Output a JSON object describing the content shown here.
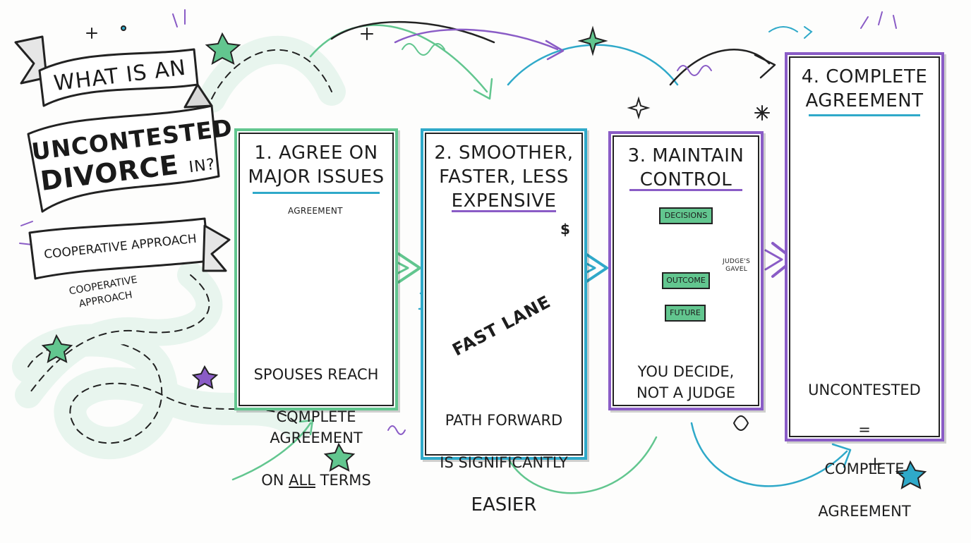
{
  "title": {
    "line1": "WHAT IS AN",
    "line2": "UNCONTESTED",
    "line3": "DIVORCE",
    "line3_suffix": "IN?"
  },
  "banner": {
    "ribbon_label": "COOPERATIVE APPROACH",
    "path_label": "COOPERATIVE\nAPPROACH"
  },
  "steps": [
    {
      "title": "1. AGREE ON\nMAJOR ISSUES",
      "sign_label": "AGREEMENT",
      "footer_line1": "SPOUSES REACH",
      "footer_line2": "COMPLETE AGREEMENT",
      "footer_line3_prefix": "ON ",
      "footer_line3_emph": "ALL",
      "footer_line3_suffix": " TERMS",
      "accent": "#62c68f"
    },
    {
      "title": "2. SMOOTHER,\nFASTER, LESS\nEXPENSIVE",
      "road_label": "FAST LANE",
      "dollar_symbol": "$",
      "footer_line1": "PATH FORWARD",
      "footer_line2": "IS SIGNIFICANTLY",
      "footer_line3": "EASIER",
      "accent": "#2fa9c9"
    },
    {
      "title": "3. MAINTAIN\nCONTROL",
      "flow": [
        "DECISIONS",
        "OUTCOME",
        "FUTURE"
      ],
      "gavel_label": "JUDGE'S\nGAVEL",
      "footer": "YOU DECIDE,\nNOT A JUDGE",
      "accent": "#8a5cc6"
    },
    {
      "title": "4. COMPLETE\nAGREEMENT",
      "footer_line1": "UNCONTESTED",
      "footer_line2": "=",
      "footer_line3": "COMPLETE",
      "footer_line4": "AGREEMENT",
      "accent": "#8a5cc6"
    }
  ],
  "colors": {
    "green": "#62c68f",
    "teal": "#2fa9c9",
    "purple": "#8a5cc6",
    "ink": "#1d1d1d"
  }
}
